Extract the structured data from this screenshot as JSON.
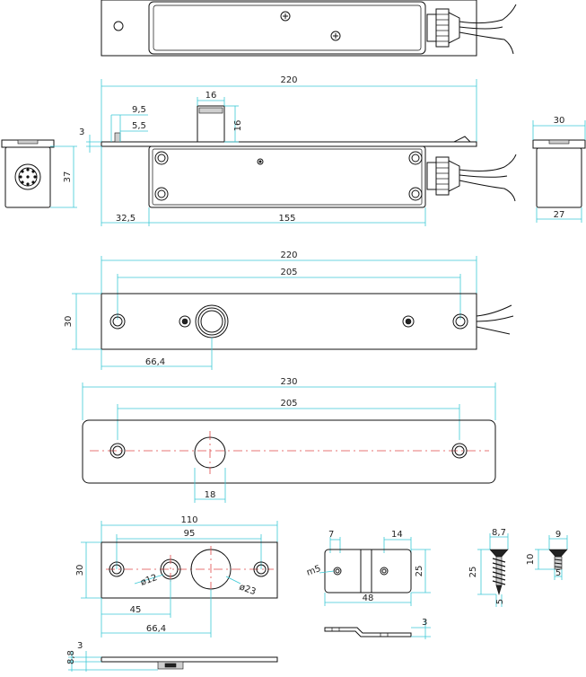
{
  "drawing": {
    "top_view": {
      "dims": {}
    },
    "side_view": {
      "dims": {
        "total_length": "220",
        "flange_9_5": "9,5",
        "flange_5_5": "5,5",
        "flange_3": "3",
        "bolt_width": "16",
        "bolt_height": "16",
        "height": "37",
        "offset": "32,5",
        "body_length": "155"
      }
    },
    "end_view_right": {
      "dims": {
        "top_width": "30",
        "bottom_width": "27"
      }
    },
    "front_view": {
      "dims": {
        "total_length": "220",
        "hole_spacing": "205",
        "height": "30",
        "bolt_offset": "66,4"
      }
    },
    "plate_view": {
      "dims": {
        "total_length": "230",
        "hole_spacing": "205",
        "hole_diameter": "18"
      }
    },
    "strike_plate": {
      "dims": {
        "total_length": "110",
        "hole_spacing": "95",
        "height": "30",
        "small_hole": "ø12",
        "large_hole": "ø23",
        "small_offset": "45",
        "large_offset": "66,4"
      }
    },
    "bracket": {
      "dims": {
        "left_offset": "7",
        "right_width": "14",
        "thread": "m5",
        "height": "25",
        "width": "48",
        "thickness": "3"
      }
    },
    "screw": {
      "dims": {
        "head": "8,7",
        "length": "25",
        "tip": "5"
      }
    },
    "small_screw": {
      "dims": {
        "head": "9",
        "length": "10",
        "tip": "5"
      }
    },
    "strike_side": {
      "dims": {
        "thickness": "3",
        "total": "8,8"
      }
    }
  }
}
